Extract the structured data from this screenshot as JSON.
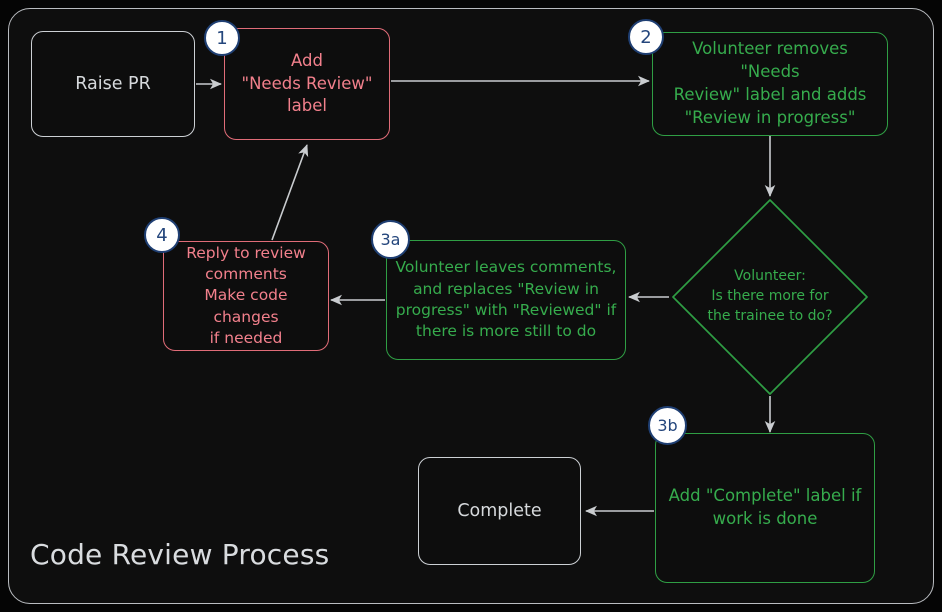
{
  "diagram": {
    "title": "Code Review Process",
    "colors": {
      "background": "#0e0e0e",
      "page_background": "#050505",
      "frame_border": "#b9bcc0",
      "plain_node": "#ccd0d4",
      "red_node": "#e06c78",
      "red_text": "#f2808c",
      "green_node": "#2f9e44",
      "green_text": "#36ac4d",
      "badge_fill": "#ffffff",
      "badge_border": "#1f3f73",
      "badge_text": "#24467c",
      "edge": "#c9cccf"
    },
    "nodes": [
      {
        "id": "raise-pr",
        "label": "Raise PR",
        "style": "plain",
        "shape": "rounded-rect",
        "badge": null
      },
      {
        "id": "add-needs-review-label",
        "label": "Add\n\"Needs Review\"\nlabel",
        "style": "red",
        "shape": "rounded-rect",
        "badge": "1"
      },
      {
        "id": "volunteer-removes-label",
        "label": "Volunteer removes \"Needs\nReview\" label and adds\n\"Review in progress\"",
        "style": "green",
        "shape": "rounded-rect",
        "badge": "2"
      },
      {
        "id": "volunteer-decision",
        "label": "Volunteer:\nIs there more for\nthe trainee to do?",
        "style": "green",
        "shape": "diamond",
        "badge": null
      },
      {
        "id": "volunteer-leaves-comments",
        "label": "Volunteer leaves comments,\nand replaces \"Review in\nprogress\" with \"Reviewed\" if\nthere is more still to do",
        "style": "green",
        "shape": "rounded-rect",
        "badge": "3a"
      },
      {
        "id": "reply-to-review-comments",
        "label": "Reply to review\ncomments\nMake code changes\nif needed",
        "style": "red",
        "shape": "rounded-rect",
        "badge": "4"
      },
      {
        "id": "add-complete-label",
        "label": "Add \"Complete\" label if\nwork is done",
        "style": "green",
        "shape": "rounded-rect",
        "badge": "3b"
      },
      {
        "id": "complete",
        "label": "Complete",
        "style": "plain",
        "shape": "rounded-rect",
        "badge": null
      }
    ],
    "edges": [
      {
        "from": "raise-pr",
        "to": "add-needs-review-label",
        "direction": "right"
      },
      {
        "from": "add-needs-review-label",
        "to": "volunteer-removes-label",
        "direction": "right"
      },
      {
        "from": "volunteer-removes-label",
        "to": "volunteer-decision",
        "direction": "down"
      },
      {
        "from": "volunteer-decision",
        "to": "volunteer-leaves-comments",
        "direction": "left"
      },
      {
        "from": "volunteer-leaves-comments",
        "to": "reply-to-review-comments",
        "direction": "left"
      },
      {
        "from": "reply-to-review-comments",
        "to": "add-needs-review-label",
        "direction": "up-right"
      },
      {
        "from": "volunteer-decision",
        "to": "add-complete-label",
        "direction": "down"
      },
      {
        "from": "add-complete-label",
        "to": "complete",
        "direction": "left"
      }
    ]
  }
}
